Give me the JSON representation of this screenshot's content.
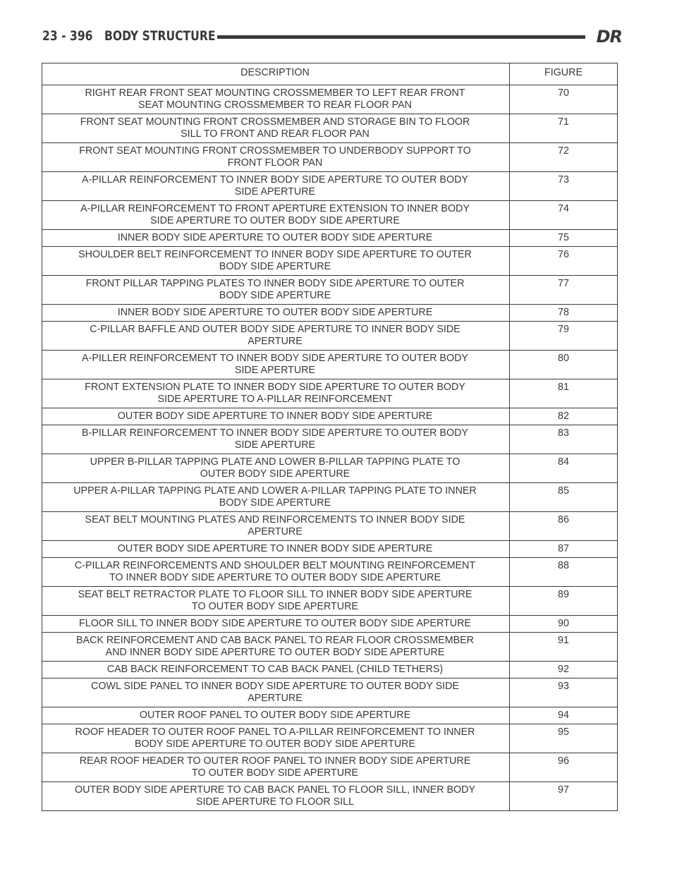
{
  "header": {
    "page_number": "23 - 396",
    "section_title": "BODY STRUCTURE",
    "model_code": "DR"
  },
  "table": {
    "columns": [
      "DESCRIPTION",
      "FIGURE"
    ],
    "rows": [
      {
        "lines": [
          "RIGHT REAR FRONT SEAT MOUNTING CROSSMEMBER TO LEFT REAR FRONT",
          "SEAT MOUNTING CROSSMEMBER TO REAR FLOOR PAN"
        ],
        "figure": "70"
      },
      {
        "lines": [
          "FRONT SEAT MOUNTING FRONT CROSSMEMBER AND STORAGE BIN TO FLOOR",
          "SILL TO FRONT AND REAR FLOOR PAN"
        ],
        "figure": "71"
      },
      {
        "lines": [
          "FRONT SEAT MOUNTING FRONT CROSSMEMBER TO UNDERBODY SUPPORT TO",
          "FRONT FLOOR PAN"
        ],
        "figure": "72"
      },
      {
        "lines": [
          "A-PILLAR REINFORCEMENT TO INNER BODY SIDE APERTURE TO OUTER BODY",
          "SIDE APERTURE"
        ],
        "figure": "73"
      },
      {
        "lines": [
          "A-PILLAR REINFORCEMENT TO FRONT APERTURE EXTENSION TO INNER BODY",
          "SIDE APERTURE TO OUTER BODY SIDE APERTURE"
        ],
        "figure": "74"
      },
      {
        "lines": [
          "INNER BODY SIDE APERTURE TO OUTER BODY SIDE APERTURE"
        ],
        "figure": "75"
      },
      {
        "lines": [
          "SHOULDER BELT REINFORCEMENT TO INNER BODY SIDE APERTURE TO OUTER",
          "BODY SIDE APERTURE"
        ],
        "figure": "76"
      },
      {
        "lines": [
          "FRONT PILLAR TAPPING PLATES TO INNER BODY SIDE APERTURE TO OUTER",
          "BODY SIDE APERTURE"
        ],
        "figure": "77"
      },
      {
        "lines": [
          "INNER BODY SIDE APERTURE TO OUTER BODY SIDE APERTURE"
        ],
        "figure": "78"
      },
      {
        "lines": [
          "C-PILLAR BAFFLE AND OUTER BODY SIDE APERTURE TO INNER BODY SIDE",
          "APERTURE"
        ],
        "figure": "79"
      },
      {
        "lines": [
          "A-PILLER REINFORCEMENT TO INNER BODY SIDE APERTURE TO OUTER BODY",
          "SIDE APERTURE"
        ],
        "figure": "80"
      },
      {
        "lines": [
          "FRONT EXTENSION PLATE TO INNER BODY SIDE APERTURE TO OUTER BODY",
          "SIDE APERTURE TO A-PILLAR REINFORCEMENT"
        ],
        "figure": "81"
      },
      {
        "lines": [
          "OUTER BODY SIDE APERTURE TO INNER BODY SIDE APERTURE"
        ],
        "figure": "82"
      },
      {
        "lines": [
          "B-PILLAR REINFORCEMENT TO INNER BODY SIDE APERTURE TO OUTER BODY",
          "SIDE APERTURE"
        ],
        "figure": "83"
      },
      {
        "lines": [
          "UPPER B-PILLAR TAPPING PLATE AND LOWER B-PILLAR TAPPING PLATE TO",
          "OUTER BODY SIDE APERTURE"
        ],
        "figure": "84"
      },
      {
        "lines": [
          "UPPER A-PILLAR TAPPING PLATE AND LOWER A-PILLAR TAPPING PLATE TO INNER",
          "BODY SIDE APERTURE"
        ],
        "figure": "85"
      },
      {
        "lines": [
          "SEAT BELT MOUNTING PLATES AND REINFORCEMENTS TO INNER BODY SIDE",
          "APERTURE"
        ],
        "figure": "86"
      },
      {
        "lines": [
          "OUTER BODY SIDE APERTURE TO INNER BODY SIDE APERTURE"
        ],
        "figure": "87"
      },
      {
        "lines": [
          "C-PILLAR REINFORCEMENTS AND SHOULDER BELT MOUNTING REINFORCEMENT",
          "TO INNER BODY SIDE APERTURE TO OUTER BODY SIDE APERTURE"
        ],
        "figure": "88"
      },
      {
        "lines": [
          "SEAT BELT RETRACTOR PLATE TO FLOOR SILL TO INNER BODY SIDE APERTURE",
          "TO OUTER BODY SIDE APERTURE"
        ],
        "figure": "89"
      },
      {
        "lines": [
          "FLOOR SILL TO INNER BODY SIDE APERTURE TO OUTER BODY SIDE APERTURE"
        ],
        "figure": "90"
      },
      {
        "lines": [
          "BACK REINFORCEMENT AND CAB BACK PANEL TO REAR FLOOR CROSSMEMBER",
          "AND INNER BODY SIDE APERTURE TO OUTER BODY SIDE APERTURE"
        ],
        "figure": "91"
      },
      {
        "lines": [
          "CAB BACK REINFORCEMENT TO CAB BACK PANEL (CHILD TETHERS)"
        ],
        "figure": "92"
      },
      {
        "lines": [
          "COWL SIDE PANEL TO INNER BODY SIDE APERTURE TO OUTER BODY SIDE",
          "APERTURE"
        ],
        "figure": "93"
      },
      {
        "lines": [
          "OUTER ROOF PANEL TO OUTER BODY SIDE APERTURE"
        ],
        "figure": "94"
      },
      {
        "lines": [
          "ROOF HEADER TO OUTER ROOF PANEL TO A-PILLAR REINFORCEMENT TO INNER",
          "BODY SIDE APERTURE TO OUTER BODY SIDE APERTURE"
        ],
        "figure": "95"
      },
      {
        "lines": [
          "REAR ROOF HEADER TO OUTER ROOF PANEL TO INNER BODY SIDE APERTURE",
          "TO OUTER BODY SIDE APERTURE"
        ],
        "figure": "96"
      },
      {
        "lines": [
          "OUTER BODY SIDE APERTURE TO CAB BACK PANEL TO FLOOR SILL, INNER BODY",
          "SIDE APERTURE TO FLOOR SILL"
        ],
        "figure": "97"
      }
    ]
  }
}
